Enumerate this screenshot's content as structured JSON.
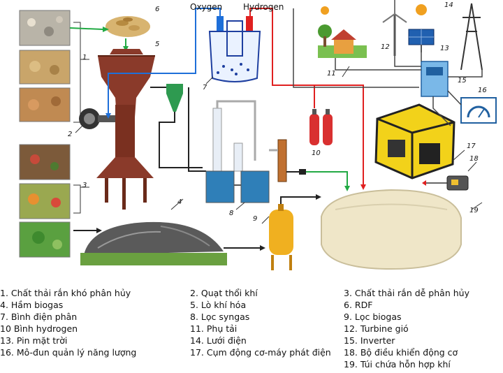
{
  "gas_labels": {
    "oxygen": "Oxygen",
    "hydrogen": "Hydrogen"
  },
  "callouts": [
    "1",
    "2",
    "3",
    "4",
    "5",
    "6",
    "7",
    "8",
    "9",
    "10",
    "11",
    "12",
    "13",
    "14",
    "15",
    "16",
    "17",
    "18",
    "19"
  ],
  "legend": [
    "1. Chất thải rắn khó phân hủy",
    "2. Quạt thổi khí",
    "3. Chất thải rắn dễ phân hủy",
    "4. Hầm biogas",
    "5. Lò khí hóa",
    "6. RDF",
    "7. Bình điện phân",
    "8. Lọc syngas",
    "9. Lọc biogas",
    "10 Bình hydrogen",
    "11. Phụ tải",
    "12. Turbine gió",
    "13. Pin mặt trời",
    "14. Lưới điện",
    "15. Inverter",
    "16. Mô-đun quản lý năng lượng",
    "17. Cụm động cơ-máy phát điện",
    "18. Bộ điều khiển động cơ",
    "19. Túi chứa hỗn hợp khí"
  ],
  "colors": {
    "oxygen_line": "#1e6fd9",
    "hydrogen_line": "#e02020",
    "biogas_line": "#22aa44",
    "gasifier": "#8a3a2a",
    "cylinder": "#d93030",
    "filter_tank": "#f0b020",
    "bag": "#efe6c8",
    "generator": "#f2d21a"
  }
}
